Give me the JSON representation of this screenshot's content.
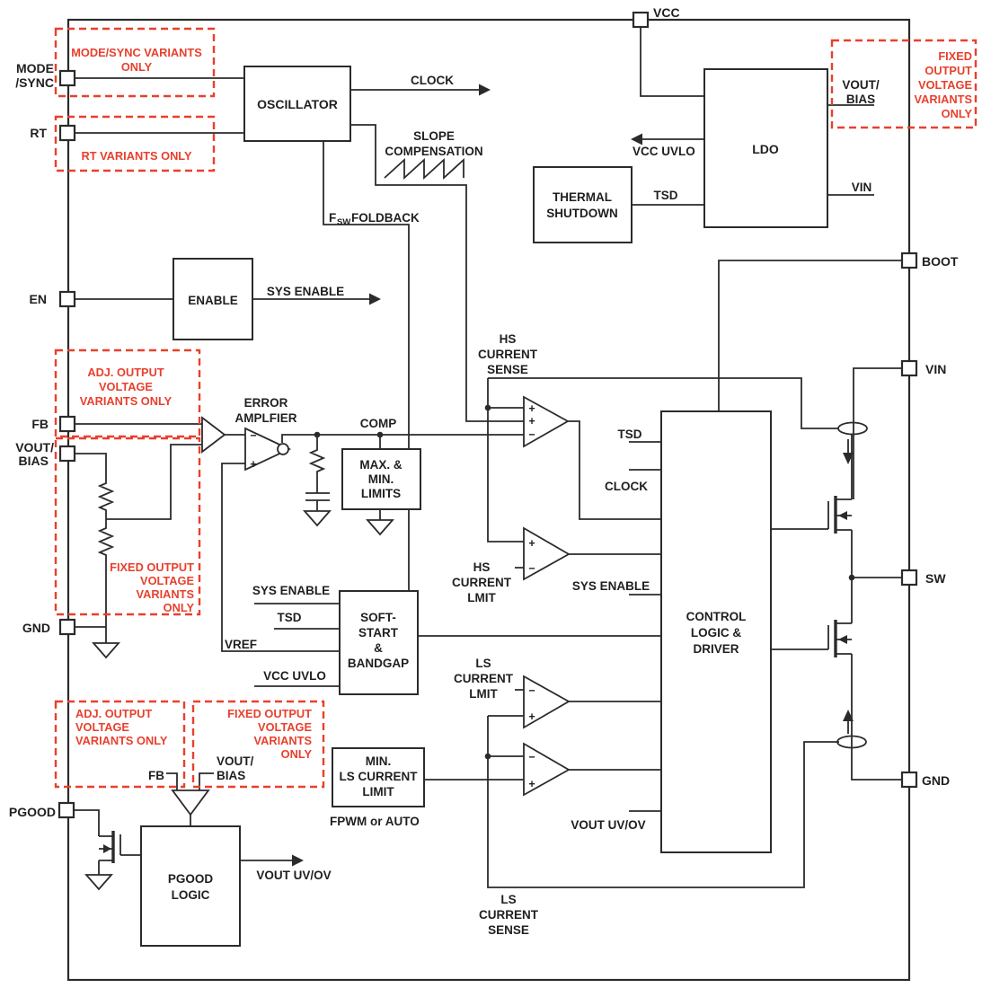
{
  "pins": {
    "mode_line1": "MODE",
    "mode_line2": "/SYNC",
    "rt": "RT",
    "en": "EN",
    "fb": "FB",
    "vout_bias_line1": "VOUT/",
    "vout_bias_line2": "BIAS",
    "gnd_left": "GND",
    "pgood": "PGOOD",
    "vcc": "VCC",
    "boot": "BOOT",
    "vin": "VIN",
    "sw": "SW",
    "gnd_right": "GND"
  },
  "blocks": {
    "oscillator": "OSCILLATOR",
    "ldo": "LDO",
    "thermal_1": "THERMAL",
    "thermal_2": "SHUTDOWN",
    "enable": "ENABLE",
    "limits_1": "MAX. &",
    "limits_2": "MIN.",
    "limits_3": "LIMITS",
    "soft_start_1": "SOFT-",
    "soft_start_2": "START",
    "soft_start_3": "&",
    "soft_start_4": "BANDGAP",
    "control_1": "CONTROL",
    "control_2": "LOGIC &",
    "control_3": "DRIVER",
    "min_ls_1": "MIN.",
    "min_ls_2": "LS CURRENT",
    "min_ls_3": "LIMIT",
    "pgood_logic_1": "PGOOD",
    "pgood_logic_2": "LOGIC"
  },
  "signals": {
    "clock_out": "CLOCK",
    "slope_1": "SLOPE",
    "slope_2": "COMPENSATION",
    "fsw_f": "F",
    "fsw_sub": "SW",
    "fsw_rest": "FOLDBACK",
    "vcc_uvlo": "VCC UVLO",
    "tsd_ldo": "TSD",
    "ldo_vout_1": "VOUT/",
    "ldo_vout_2": "BIAS",
    "ldo_vin": "VIN",
    "sys_enable_out": "SYS ENABLE",
    "error_amp_1": "ERROR",
    "error_amp_2": "AMPLFIER",
    "comp": "COMP",
    "hs_sense_1": "HS",
    "hs_sense_2": "CURRENT",
    "hs_sense_3": "SENSE",
    "tsd_ctrl": "TSD",
    "clock_ctrl": "CLOCK",
    "hs_limit_1": "HS",
    "hs_limit_2": "CURRENT",
    "hs_limit_3": "LMIT",
    "sys_enable_ctrl": "SYS ENABLE",
    "sys_enable_ss": "SYS ENABLE",
    "tsd_ss": "TSD",
    "vref": "VREF",
    "vcc_uvlo_ss": "VCC UVLO",
    "ls_limit_1": "LS",
    "ls_limit_2": "CURRENT",
    "ls_limit_3": "LMIT",
    "fpwm_auto": "FPWM or AUTO",
    "vout_uvov_ctrl": "VOUT UV/OV",
    "vout_uvov_pgood": "VOUT UV/OV",
    "fb_pgood": "FB",
    "vout_bias_pgood_1": "VOUT/",
    "vout_bias_pgood_2": "BIAS",
    "ls_sense_1": "LS",
    "ls_sense_2": "CURRENT",
    "ls_sense_3": "SENSE",
    "plus": "+",
    "minus": "−"
  },
  "notes": {
    "mode_sync_1": "MODE/SYNC VARIANTS",
    "mode_sync_2": "ONLY",
    "rt": "RT VARIANTS ONLY",
    "fixed_tr_1": "FIXED",
    "fixed_tr_2": "OUTPUT",
    "fixed_tr_3": "VOLTAGE",
    "fixed_tr_4": "VARIANTS",
    "fixed_tr_5": "ONLY",
    "adj_fb_1": "ADJ. OUTPUT",
    "adj_fb_2": "VOLTAGE",
    "adj_fb_3": "VARIANTS ONLY",
    "fixed_div_1": "FIXED OUTPUT",
    "fixed_div_2": "VOLTAGE",
    "fixed_div_3": "VARIANTS",
    "fixed_div_4": "ONLY",
    "adj_pg_1": "ADJ. OUTPUT",
    "adj_pg_2": "VOLTAGE",
    "adj_pg_3": "VARIANTS ONLY",
    "fixed_pg_1": "FIXED OUTPUT",
    "fixed_pg_2": "VOLTAGE",
    "fixed_pg_3": "VARIANTS",
    "fixed_pg_4": "ONLY"
  },
  "colors": {
    "wire": "#2b2b2b",
    "text": "#1f1f1f",
    "note_red": "#e8402d",
    "background": "#ffffff"
  }
}
